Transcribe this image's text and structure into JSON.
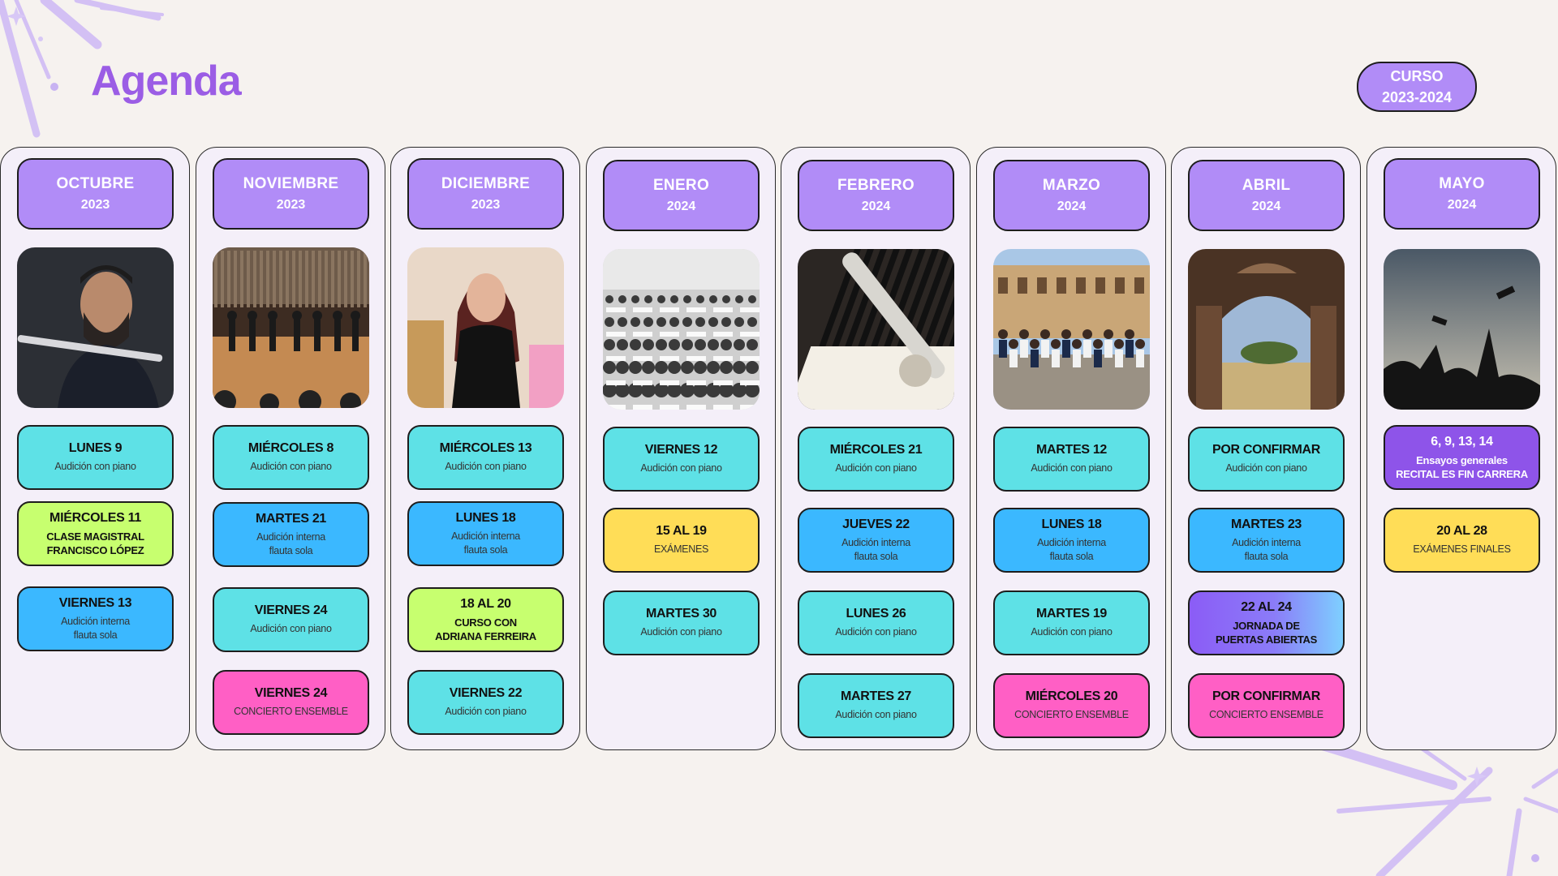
{
  "header": {
    "title": "Agenda",
    "course_line1": "CURSO",
    "course_line2": "2023-2024"
  },
  "colors": {
    "accent": "#9b5de5",
    "month_box": "#b18cf7",
    "audicion_piano": "#5ee1e6",
    "audicion_interna": "#3bb8ff",
    "curso": "#c7ff6f",
    "examenes": "#ffdd57",
    "concierto": "#ff5fc5"
  },
  "columns": [
    {
      "month": "OCTUBRE",
      "year": "2023",
      "photo": "flutist-portrait-photo",
      "events": [
        {
          "date": "LUNES 9",
          "text": "Audición con piano",
          "color": "cyan"
        },
        {
          "date": "MIÉRCOLES 11",
          "text": "CLASE MAGISTRAL\nFRANCISCO LÓPEZ",
          "color": "lime",
          "bold": true
        },
        {
          "date": "VIERNES 13",
          "text": "Audición interna\nflauta sola",
          "color": "blue"
        }
      ]
    },
    {
      "month": "NOVIEMBRE",
      "year": "2023",
      "photo": "ensemble-stage-photo",
      "events": [
        {
          "date": "MIÉRCOLES 8",
          "text": "Audición con piano",
          "color": "cyan"
        },
        {
          "date": "MARTES 21",
          "text": "Audición interna\nflauta sola",
          "color": "blue"
        },
        {
          "date": "VIERNES 24",
          "text": "Audición con piano",
          "color": "cyan"
        },
        {
          "date": "VIERNES 24",
          "text": "CONCIERTO ENSEMBLE",
          "color": "pink"
        }
      ]
    },
    {
      "month": "DICIEMBRE",
      "year": "2023",
      "photo": "woman-portrait-photo",
      "events": [
        {
          "date": "MIÉRCOLES 13",
          "text": "Audición con piano",
          "color": "cyan"
        },
        {
          "date": "LUNES 18",
          "text": "Audición interna\nflauta sola",
          "color": "blue"
        },
        {
          "date": "18 AL 20",
          "text": "CURSO CON\nADRIANA FERREIRA",
          "color": "lime",
          "bold": true
        },
        {
          "date": "VIERNES 22",
          "text": "Audición con piano",
          "color": "cyan"
        }
      ]
    },
    {
      "month": "ENERO",
      "year": "2024",
      "photo": "exam-hall-photo",
      "events": [
        {
          "date": "VIERNES 12",
          "text": "Audición con piano",
          "color": "cyan"
        },
        {
          "date": "15 AL 19",
          "text": "EXÁMENES",
          "color": "yellow"
        },
        {
          "date": "MARTES 30",
          "text": "Audición con piano",
          "color": "cyan"
        }
      ]
    },
    {
      "month": "FEBRERO",
      "year": "2024",
      "photo": "flute-on-piano-photo",
      "events": [
        {
          "date": "MIÉRCOLES 21",
          "text": "Audición con piano",
          "color": "cyan"
        },
        {
          "date": "JUEVES 22",
          "text": "Audición interna\nflauta sola",
          "color": "blue"
        },
        {
          "date": "LUNES 26",
          "text": "Audición con piano",
          "color": "cyan"
        },
        {
          "date": "MARTES 27",
          "text": "Audición con piano",
          "color": "cyan"
        }
      ]
    },
    {
      "month": "MARZO",
      "year": "2024",
      "photo": "group-square-photo",
      "events": [
        {
          "date": "MARTES 12",
          "text": "Audición con piano",
          "color": "cyan"
        },
        {
          "date": "LUNES 18",
          "text": "Audición interna\nflauta sola",
          "color": "blue"
        },
        {
          "date": "MARTES 19",
          "text": "Audición con piano",
          "color": "cyan"
        },
        {
          "date": "MIÉRCOLES 20",
          "text": "CONCIERTO ENSEMBLE",
          "color": "pink"
        }
      ]
    },
    {
      "month": "ABRIL",
      "year": "2024",
      "photo": "open-doorway-photo",
      "events": [
        {
          "date": "POR CONFIRMAR",
          "text": "Audición con piano",
          "color": "cyan"
        },
        {
          "date": "MARTES 23",
          "text": "Audición interna\nflauta sola",
          "color": "blue"
        },
        {
          "date": "22 AL 24",
          "text": "JORNADA DE\nPUERTAS ABIERTAS",
          "color": "grad",
          "bold": true
        },
        {
          "date": "POR CONFIRMAR",
          "text": "CONCIERTO ENSEMBLE",
          "color": "pink"
        }
      ]
    },
    {
      "month": "MAYO",
      "year": "2024",
      "photo": "graduation-silhouette-photo",
      "events": [
        {
          "date": "6, 9, 13, 14",
          "text": "Ensayos generales\nRECITAL ES FIN CARRERA",
          "color": "purple",
          "bold": true
        },
        {
          "date": "20 AL 28",
          "text": "EXÁMENES FINALES",
          "color": "yellow"
        }
      ]
    }
  ]
}
